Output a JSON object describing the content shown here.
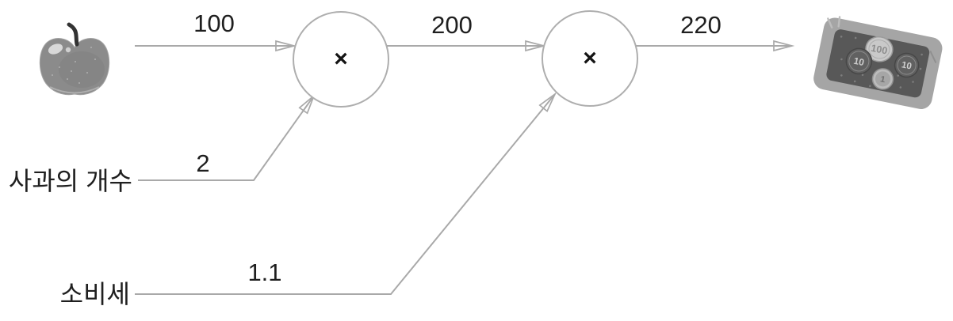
{
  "nodes": [
    {
      "op": "×"
    },
    {
      "op": "×"
    }
  ],
  "edges": [
    {
      "name": "apple-to-multiply-1",
      "label": "100"
    },
    {
      "name": "multiply-1-to-multiply-2",
      "label": "200"
    },
    {
      "name": "multiply-2-to-money",
      "label": "220"
    },
    {
      "name": "apple-count-to-multiply-1",
      "label": "2"
    },
    {
      "name": "tax-to-multiply-2",
      "label": "1.1"
    }
  ],
  "inputs": [
    {
      "label": "사과의 개수"
    },
    {
      "label": "소비세"
    }
  ],
  "money": {
    "coins": [
      "100",
      "10",
      "10",
      "1"
    ]
  },
  "colors": {
    "line": "#a9a9a9",
    "node_stroke": "#aeaeae",
    "text": "#1f1f1f",
    "operator": "#141414"
  }
}
